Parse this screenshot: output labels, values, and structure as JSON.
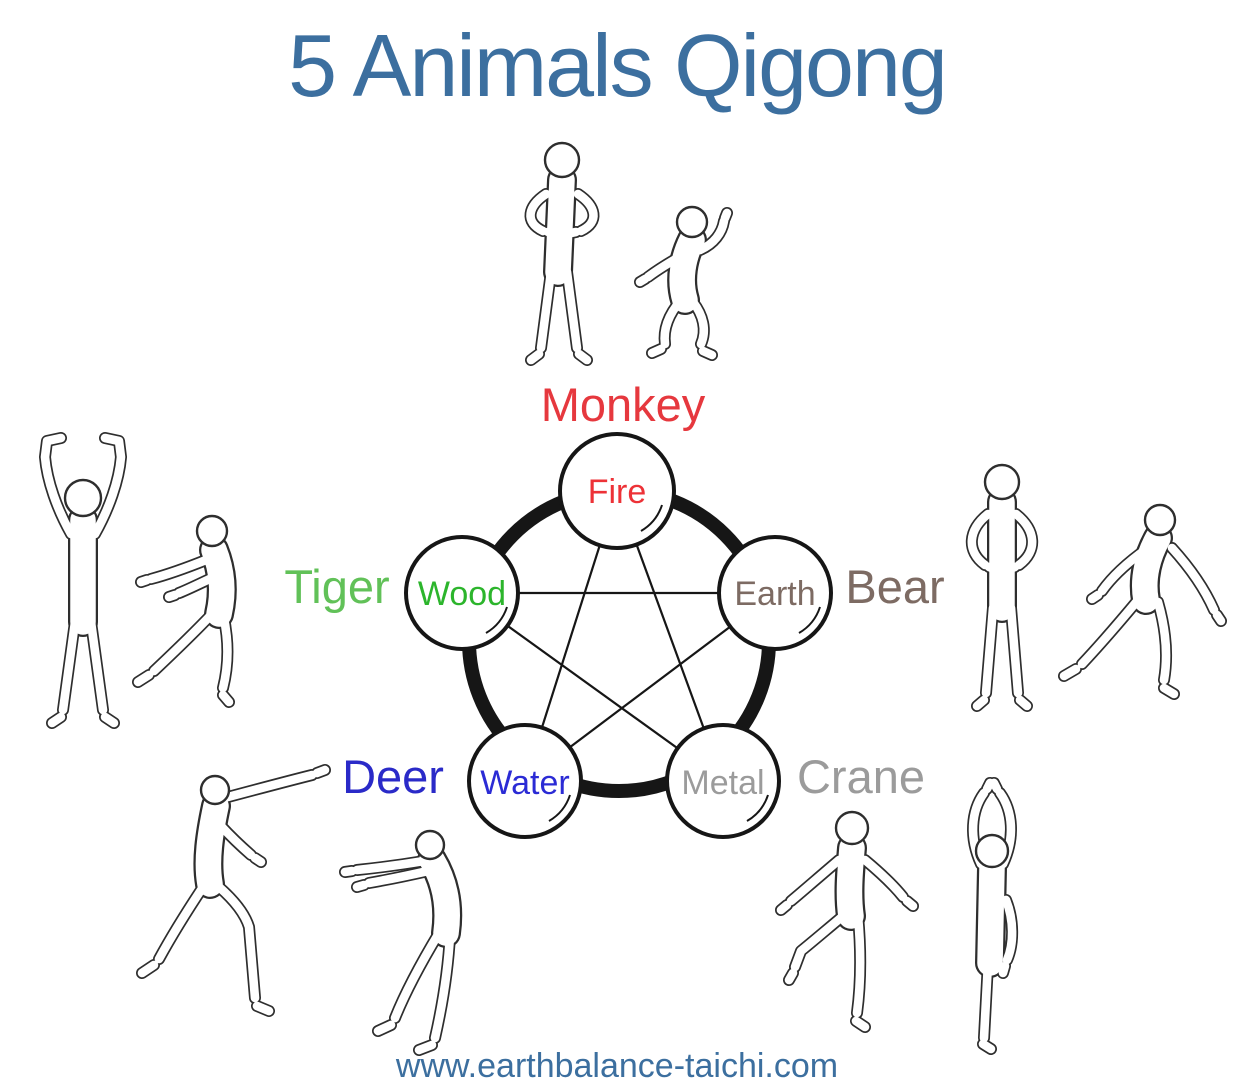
{
  "title": "5 Animals Qigong",
  "footer": {
    "website": "www.earthbalance-taichi.com"
  },
  "colors": {
    "title": "#3C6F9F",
    "url": "#3C6F9F",
    "ink": "#161616",
    "fire": "#ED3237",
    "wood": "#2CB52C",
    "earth": "#7D6B63",
    "water": "#2B2BD5",
    "metal": "#9B9B9B",
    "monkey": "#E6383E",
    "tiger": "#61C158",
    "bear": "#7D6B63",
    "deer": "#2A2AC8",
    "crane": "#9B9B9B"
  },
  "wheel": {
    "elements": [
      {
        "id": "fire",
        "label": "Fire",
        "animal": "Monkey"
      },
      {
        "id": "wood",
        "label": "Wood",
        "animal": "Tiger"
      },
      {
        "id": "earth",
        "label": "Earth",
        "animal": "Bear"
      },
      {
        "id": "water",
        "label": "Water",
        "animal": "Deer"
      },
      {
        "id": "metal",
        "label": "Metal",
        "animal": "Crane"
      }
    ]
  },
  "figures": [
    {
      "icon": "qigong-pose-monkey-standing-icon"
    },
    {
      "icon": "qigong-pose-monkey-crouching-icon"
    },
    {
      "icon": "qigong-pose-tiger-arms-raised-icon"
    },
    {
      "icon": "qigong-pose-tiger-leaning-icon"
    },
    {
      "icon": "qigong-pose-bear-standing-icon"
    },
    {
      "icon": "qigong-pose-bear-wide-stance-icon"
    },
    {
      "icon": "qigong-pose-deer-lunge-icon"
    },
    {
      "icon": "qigong-pose-deer-bow-icon"
    },
    {
      "icon": "qigong-pose-crane-balance-icon"
    },
    {
      "icon": "qigong-pose-crane-arms-up-icon"
    }
  ]
}
